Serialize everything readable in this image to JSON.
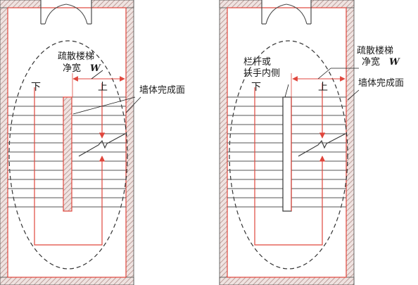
{
  "left_plan": {
    "down_label": "下",
    "up_label": "上",
    "width_label_line1": "疏散楼梯",
    "width_label_line2": "净宽",
    "width_symbol": "W",
    "wall_label": "墙体完成面"
  },
  "right_plan": {
    "down_label": "下",
    "up_label": "上",
    "width_label_line1": "疏散楼梯",
    "width_label_line2": "净宽",
    "width_symbol": "W",
    "wall_label": "墙体完成面",
    "rail_label_line1": "栏杆或",
    "rail_label_line2": "扶手内侧"
  },
  "colors": {
    "wall_hatch": "#c4a7a3",
    "wall_fill": "#efe3e1",
    "outline": "#4a4a4a",
    "accent": "#e0463c"
  }
}
